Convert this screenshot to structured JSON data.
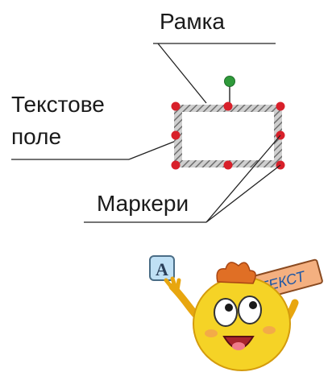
{
  "labels": {
    "frame": "Рамка",
    "text_field_line1": "Текстове",
    "text_field_line2": "поле",
    "markers": "Маркери"
  },
  "mascot": {
    "left_card_text": "A",
    "sign_text": "ТЕКСТ"
  },
  "colors": {
    "marker": "#d8202a",
    "rotate_handle": "#2f9a3a",
    "hatch": "#7a7a7a",
    "body": "#f5d326",
    "hair": "#e06f25",
    "sign": "#f4b080",
    "sign_text": "#1b56a5",
    "card": "#bfe0f5"
  }
}
